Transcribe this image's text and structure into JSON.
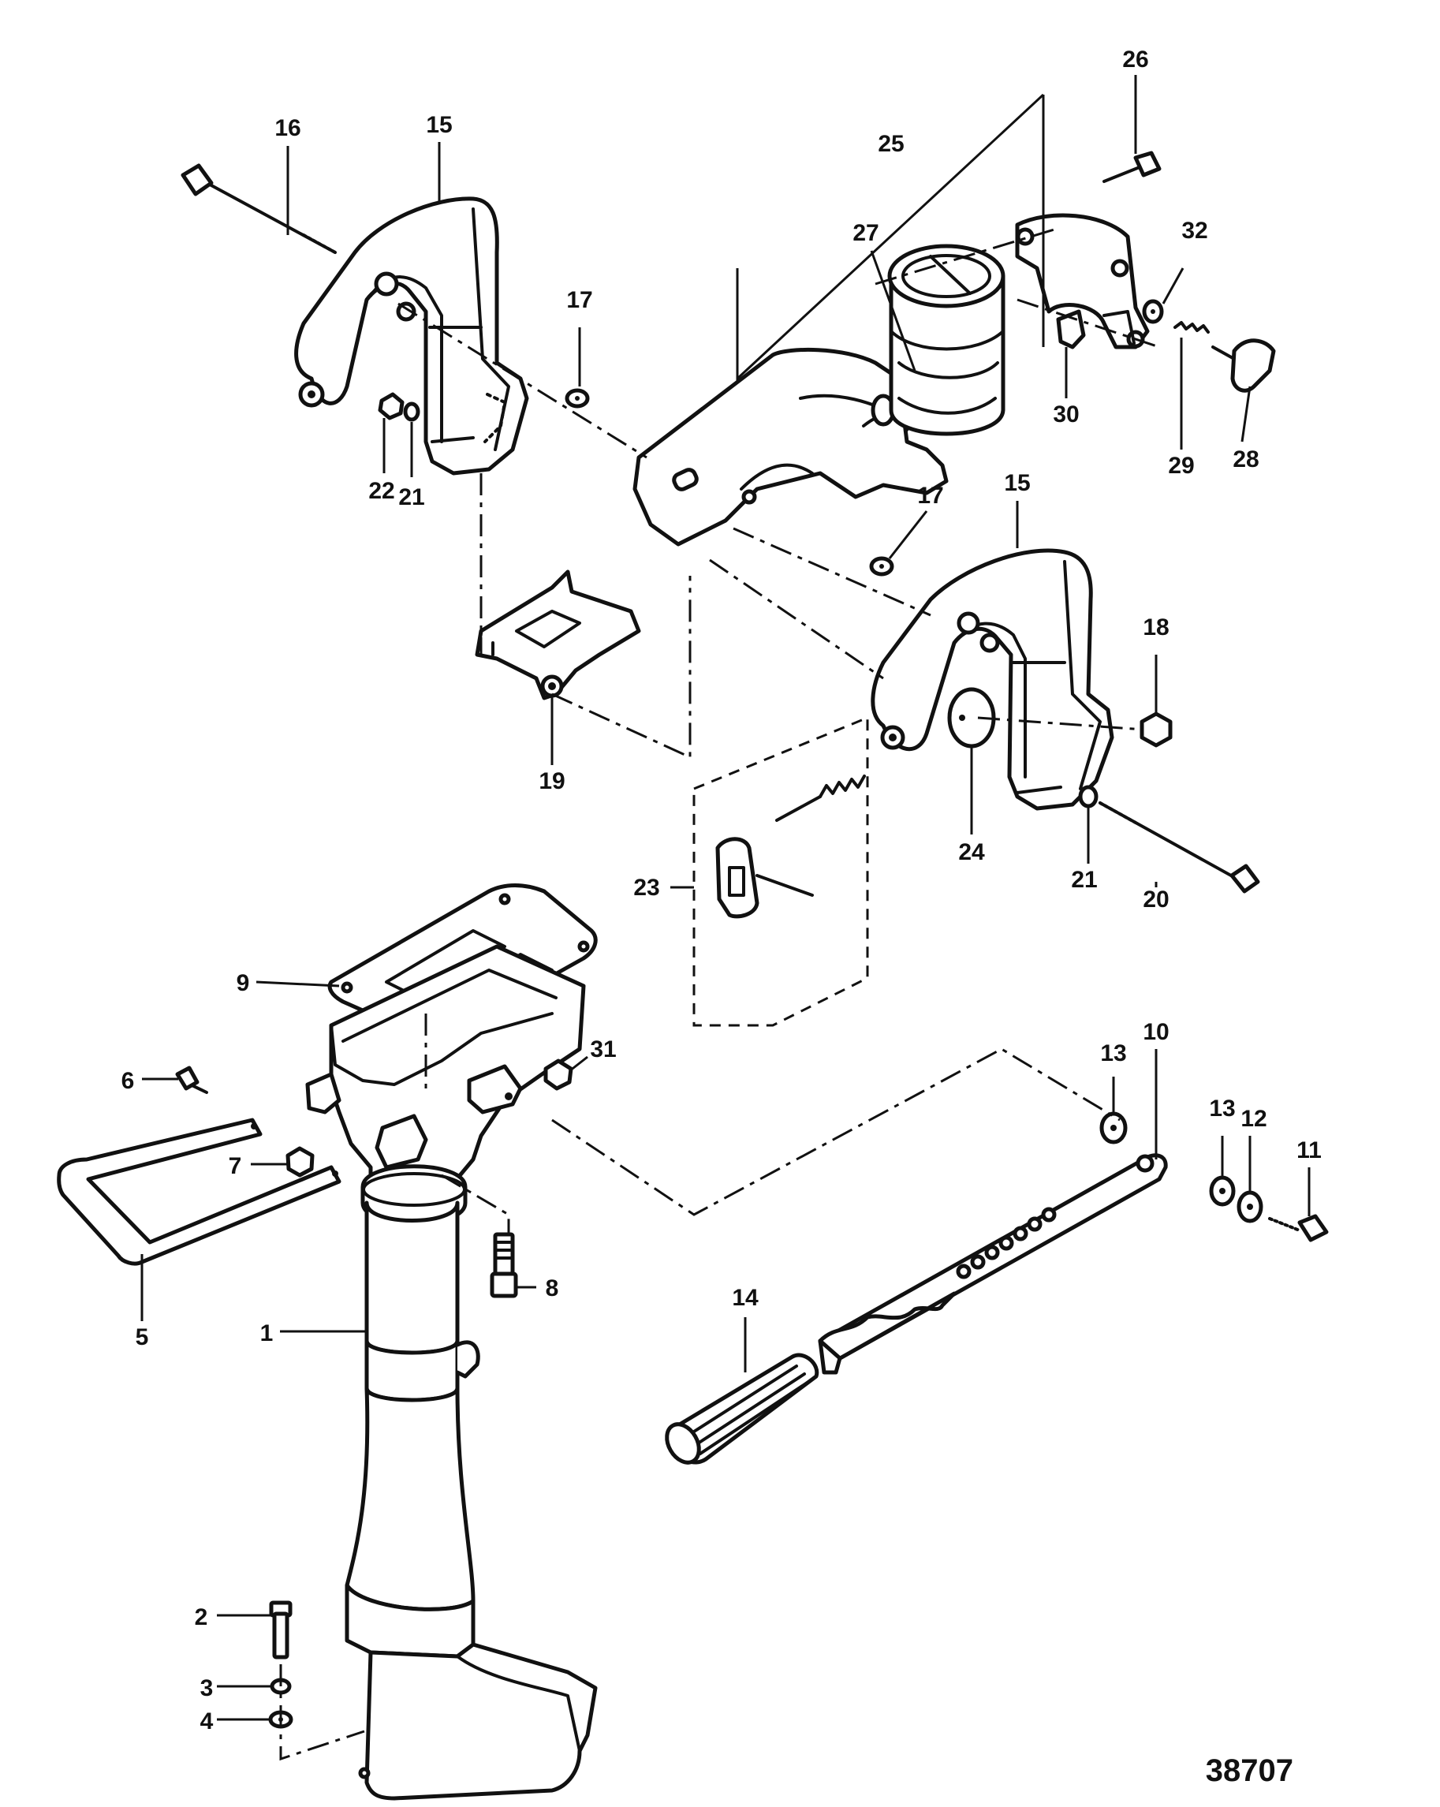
{
  "figure": {
    "id": "38707"
  },
  "callouts": {
    "c1": "1",
    "c2": "2",
    "c3": "3",
    "c4": "4",
    "c5": "5",
    "c6": "6",
    "c7": "7",
    "c8": "8",
    "c9": "9",
    "c10": "10",
    "c11": "11",
    "c12": "12",
    "c13a": "13",
    "c13b": "13",
    "c14": "14",
    "c15a": "15",
    "c15b": "15",
    "c16": "16",
    "c17a": "17",
    "c17b": "17",
    "c18": "18",
    "c19": "19",
    "c20": "20",
    "c21a": "21",
    "c21b": "21",
    "c22": "22",
    "c23": "23",
    "c24": "24",
    "c25": "25",
    "c26": "26",
    "c27": "27",
    "c28": "28",
    "c29": "29",
    "c30": "30",
    "c31": "31",
    "c32": "32"
  }
}
